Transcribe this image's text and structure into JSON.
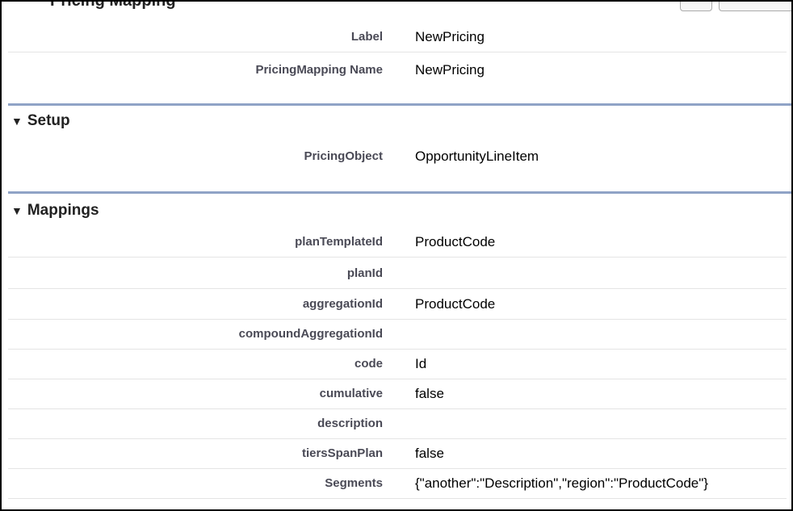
{
  "header": {
    "title": "Pricing Mapping"
  },
  "info": [
    {
      "label": "Label",
      "value": "NewPricing"
    },
    {
      "label": "PricingMapping Name",
      "value": "NewPricing"
    }
  ],
  "sections": [
    {
      "title": "Setup",
      "fields": [
        {
          "label": "PricingObject",
          "value": "OpportunityLineItem"
        }
      ]
    },
    {
      "title": "Mappings",
      "fields": [
        {
          "label": "planTemplateId",
          "value": "ProductCode"
        },
        {
          "label": "planId",
          "value": ""
        },
        {
          "label": "aggregationId",
          "value": "ProductCode"
        },
        {
          "label": "compoundAggregationId",
          "value": ""
        },
        {
          "label": "code",
          "value": "Id"
        },
        {
          "label": "cumulative",
          "value": "false"
        },
        {
          "label": "description",
          "value": ""
        },
        {
          "label": "tiersSpanPlan",
          "value": "false"
        },
        {
          "label": "Segments",
          "value": "{\"another\":\"Description\",\"region\":\"ProductCode\"}"
        }
      ]
    }
  ],
  "icons": {
    "collapse": "triangle-down-icon"
  },
  "colors": {
    "section_rule": "#8fa3c6"
  }
}
